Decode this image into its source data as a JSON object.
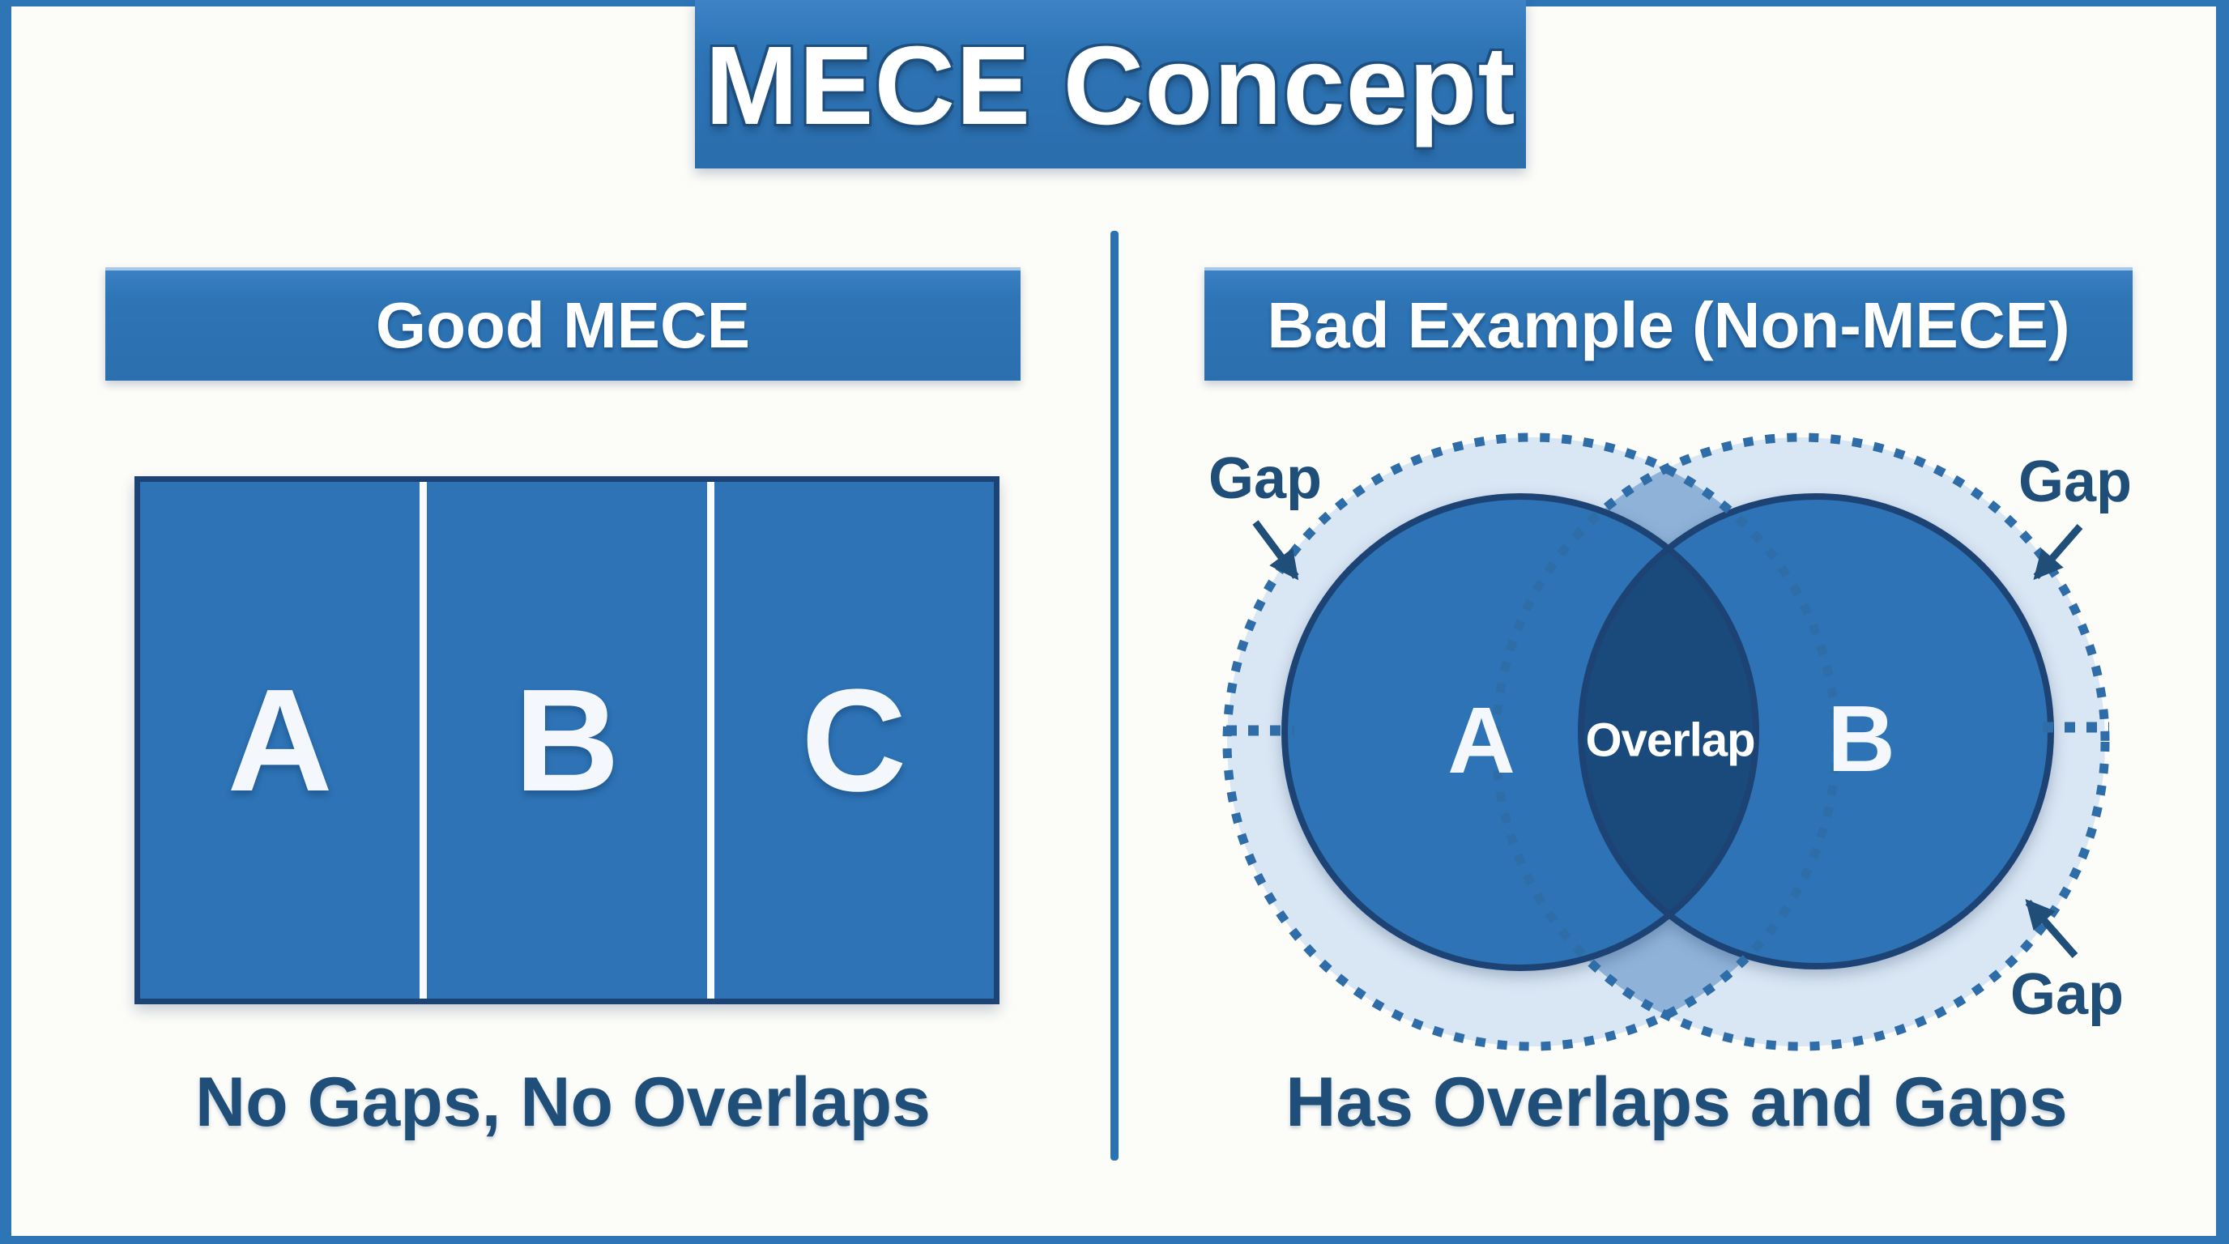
{
  "title": "MECE Concept",
  "left_panel": {
    "header": "Good MECE",
    "segments": [
      "A",
      "B",
      "C"
    ],
    "caption": "No Gaps, No Overlaps"
  },
  "right_panel": {
    "header": "Bad Example (Non-MECE)",
    "set_a_label": "A",
    "set_b_label": "B",
    "overlap_label": "Overlap",
    "gap_labels": [
      "Gap",
      "Gap",
      "Gap"
    ],
    "caption": "Has Overlaps and Gaps"
  },
  "colors": {
    "frame_blue": "#2e75b6",
    "fill_blue": "#2d73b5",
    "dark_navy": "#1f4e79",
    "overlap_navy": "#1a4a7c",
    "gap_ring_light": "#d9e6f4",
    "ring_intersection": "#8fb2d9",
    "dash_blue": "#2f6da8",
    "background": "#fcfcf9"
  }
}
